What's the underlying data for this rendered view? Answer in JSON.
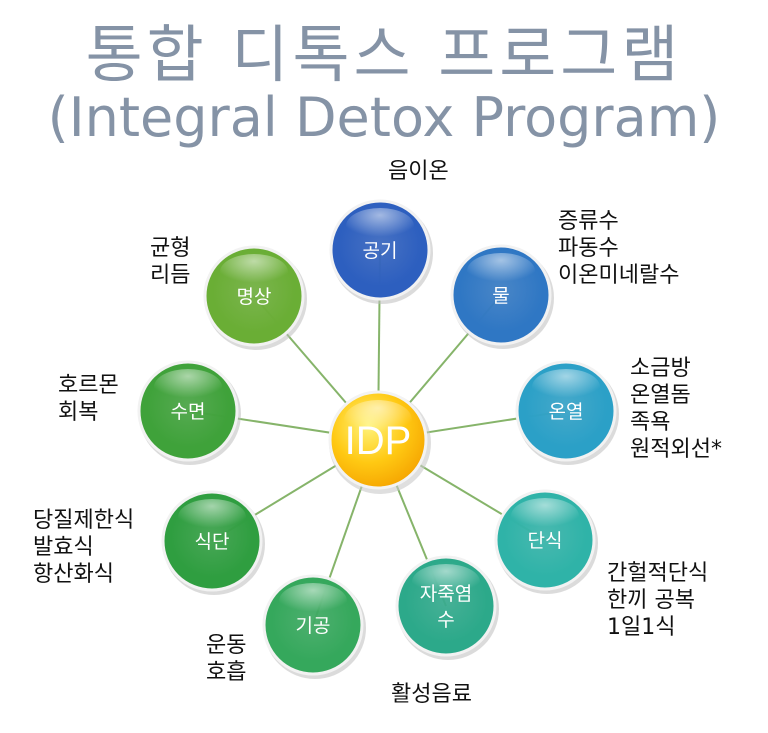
{
  "title": {
    "korean": "통합 디톡스 프로그램",
    "english": "(Integral Detox Program)"
  },
  "center": {
    "label": "IDP"
  },
  "nodes": [
    {
      "id": "air",
      "label": "공기",
      "color": "#2d5fbf",
      "notes": [
        "음이온"
      ]
    },
    {
      "id": "water",
      "label": "물",
      "color": "#2f77c4",
      "notes": [
        "증류수",
        "파동수",
        "이온미네랄수"
      ]
    },
    {
      "id": "heat",
      "label": "온열",
      "color": "#2ba0c7",
      "notes": [
        "소금방",
        "온열돔",
        "족욕",
        "원적외선*"
      ]
    },
    {
      "id": "fasting",
      "label": "단식",
      "color": "#2fb3a8",
      "notes": [
        "간헐적단식",
        "한끼 공복",
        "1일1식"
      ]
    },
    {
      "id": "urine",
      "label": "자죽염 수",
      "lines": [
        "자죽염",
        "수"
      ],
      "color": "#2ca98a",
      "notes": [
        "활성음료"
      ]
    },
    {
      "id": "qigong",
      "label": "기공",
      "color": "#35a85c",
      "notes": [
        "운동",
        "호흡"
      ]
    },
    {
      "id": "diet",
      "label": "식단",
      "color": "#2f9e40",
      "notes": [
        "당질제한식",
        "발효식",
        "항산화식"
      ]
    },
    {
      "id": "sleep",
      "label": "수면",
      "color": "#3fa23a",
      "notes": [
        "호르몬",
        "회복"
      ]
    },
    {
      "id": "meditation",
      "label": "명상",
      "color": "#6aae35",
      "notes": [
        "균형",
        "리듬"
      ]
    }
  ]
}
